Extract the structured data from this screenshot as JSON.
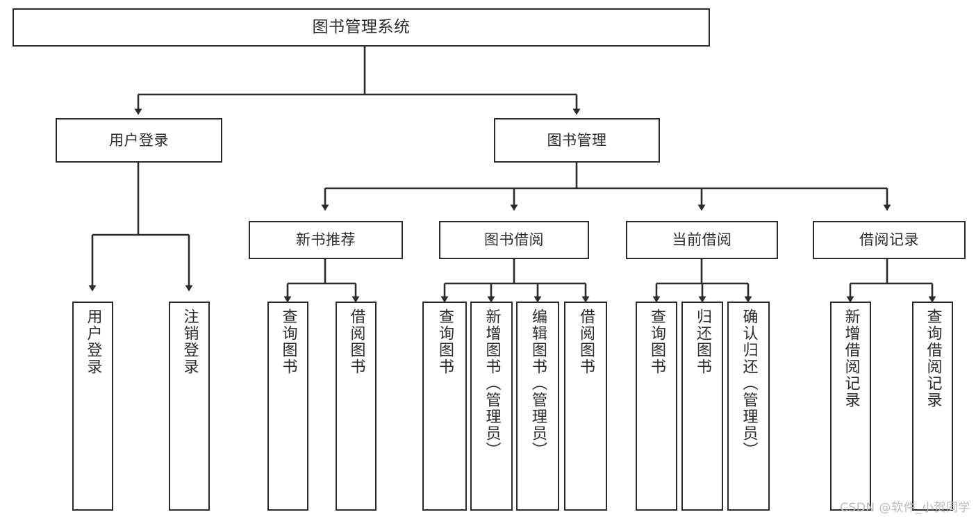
{
  "diagram": {
    "type": "tree-hierarchy-chart",
    "title": "图书管理系统",
    "stroke_color": "#2b2b2b",
    "background_color": "#ffffff",
    "text_color": "#2b2b2b",
    "levels": 4,
    "root": {
      "label": "图书管理系统"
    },
    "level2": [
      {
        "label": "用户登录"
      },
      {
        "label": "图书管理"
      }
    ],
    "level3": [
      {
        "label": "新书推荐"
      },
      {
        "label": "图书借阅"
      },
      {
        "label": "当前借阅"
      },
      {
        "label": "借阅记录"
      }
    ],
    "leaves": {
      "user_login": [
        {
          "label": "用户登录"
        },
        {
          "label": "注销登录"
        }
      ],
      "new_book_recommend": [
        {
          "label": "查询图书"
        },
        {
          "label": "借阅图书"
        }
      ],
      "book_borrow": [
        {
          "label": "查询图书"
        },
        {
          "label": "新增图书（管理员）"
        },
        {
          "label": "编辑图书（管理员）"
        },
        {
          "label": "借阅图书"
        }
      ],
      "current_borrow": [
        {
          "label": "查询图书"
        },
        {
          "label": "归还图书"
        },
        {
          "label": "确认归还（管理员）"
        }
      ],
      "borrow_record": [
        {
          "label": "新增借阅记录"
        },
        {
          "label": "查询借阅记录"
        }
      ]
    }
  },
  "watermark": {
    "text": "CSDN @软件_小贺同学"
  }
}
